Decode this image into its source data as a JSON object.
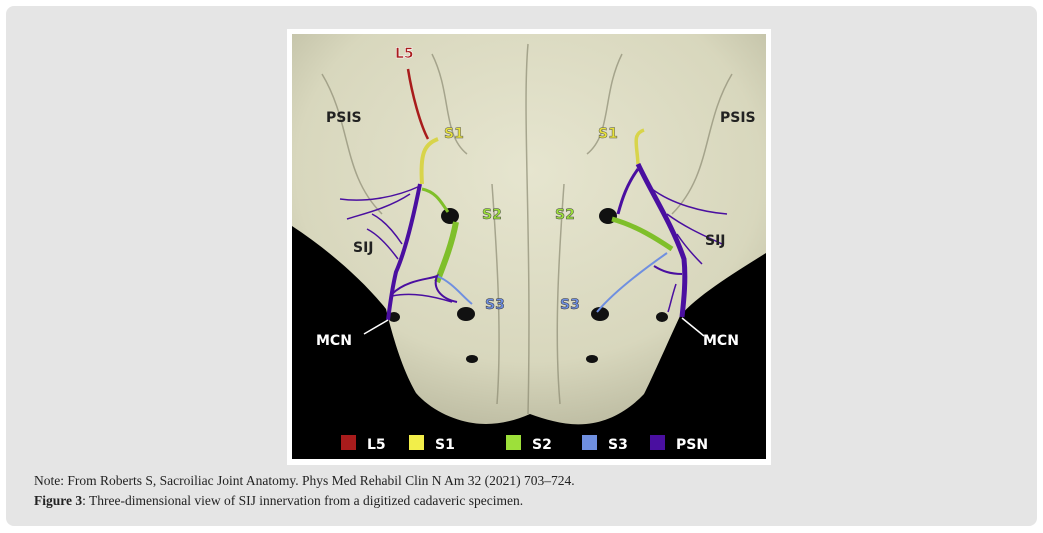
{
  "figure": {
    "labels": {
      "l5": "L5",
      "psis_left": "PSIS",
      "psis_right": "PSIS",
      "s1_left": "S1",
      "s1_right": "S1",
      "s2_left": "S2",
      "s2_right": "S2",
      "sij_left": "SIJ",
      "sij_right": "SIJ",
      "s3_left": "S3",
      "s3_right": "S3",
      "mcn_left": "MCN",
      "mcn_right": "MCN"
    },
    "legend": [
      {
        "label": "L5",
        "color": "#a81c1c"
      },
      {
        "label": "S1",
        "color": "#f2ee4a"
      },
      {
        "label": "S2",
        "color": "#9de03a"
      },
      {
        "label": "S3",
        "color": "#6f8fe0"
      },
      {
        "label": "PSN",
        "color": "#4a0fa0"
      }
    ]
  },
  "caption": {
    "note": "Note: From Roberts S, Sacroiliac Joint Anatomy. Phys Med Rehabil Clin N Am 32 (2021) 703–724.",
    "figure_label": "Figure 3",
    "figure_text": ": Three-dimensional view of SIJ innervation from a digitized cadaveric specimen."
  }
}
